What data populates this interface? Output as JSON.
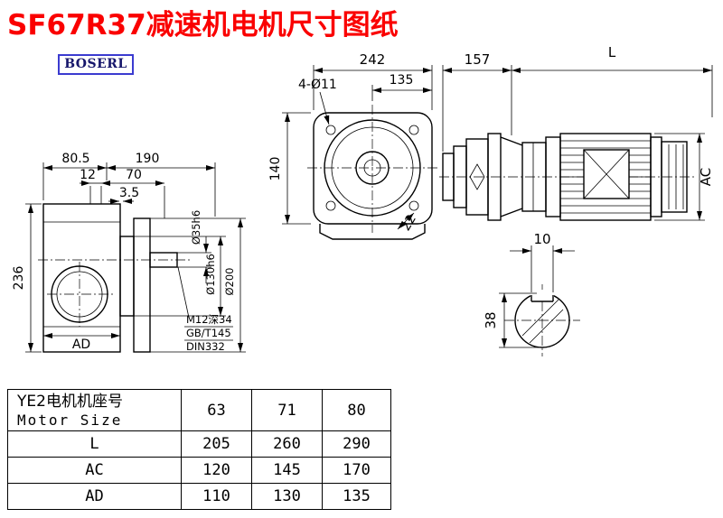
{
  "page": {
    "title": "SF67R37减速机电机尺寸图纸",
    "logo": "BOSERL"
  },
  "front_view": {
    "d242": "242",
    "d135": "135",
    "holes": "4-Ø11",
    "d140": "140",
    "d22": "22"
  },
  "motor_view": {
    "d157": "157",
    "dL": "L",
    "dAC": "AC"
  },
  "shaft_view": {
    "d10": "10",
    "d38": "38"
  },
  "side_view": {
    "d80_5": "80.5",
    "d190": "190",
    "d12": "12",
    "d70": "70",
    "d3_5": "3.5",
    "d236": "236",
    "dAD": "AD",
    "d35": "Ø35h6",
    "d130": "Ø130h6",
    "d200": "Ø200",
    "thread": "M12深34",
    "std1": "GB/T145",
    "std2": "DIN332"
  },
  "table": {
    "header": {
      "line1": "YE2电机机座号",
      "line2": "Motor Size",
      "values": [
        "63",
        "71",
        "80"
      ]
    },
    "rows": [
      {
        "label": "L",
        "values": [
          "205",
          "260",
          "290"
        ]
      },
      {
        "label": "AC",
        "values": [
          "120",
          "145",
          "170"
        ]
      },
      {
        "label": "AD",
        "values": [
          "110",
          "130",
          "135"
        ]
      }
    ]
  }
}
